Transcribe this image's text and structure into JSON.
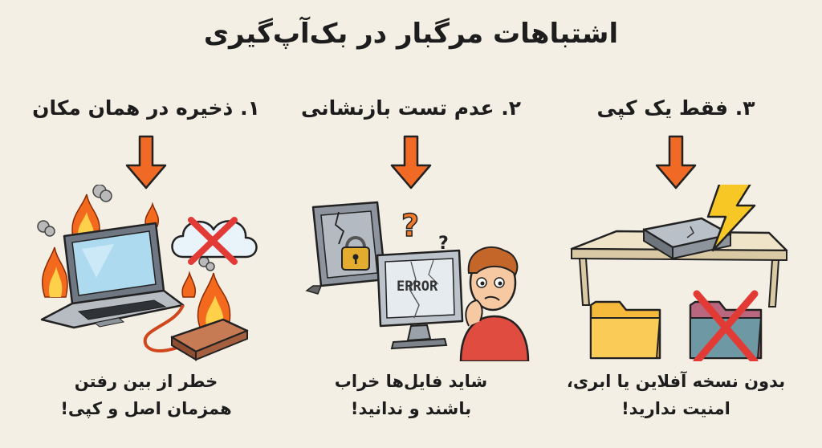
{
  "title": "اشتباهات مرگبار در بک‌آپ‌گیری",
  "panels": [
    {
      "heading": "۱. ذخیره در همان مکان",
      "caption_line1": "خطر از بین رفتن",
      "caption_line2": "همزمان اصل و کپی!"
    },
    {
      "heading": "۲. عدم تست بازنشانی",
      "caption_line1": "شاید فایل‌ها خراب",
      "caption_line2": "باشند و ندانید!",
      "screen_text": "ERROR",
      "question_mark": "?"
    },
    {
      "heading": "۳. فقط یک کپی",
      "caption_line1": "بدون نسخه آفلاین یا ابری،",
      "caption_line2": "امنیت ندارید!"
    }
  ],
  "colors": {
    "arrow": "#f06a25",
    "fire": "#f36a1f",
    "cross": "#e23b36",
    "folder": "#f5b93b",
    "lightning": "#f7c726",
    "background": "#f4efe4"
  }
}
